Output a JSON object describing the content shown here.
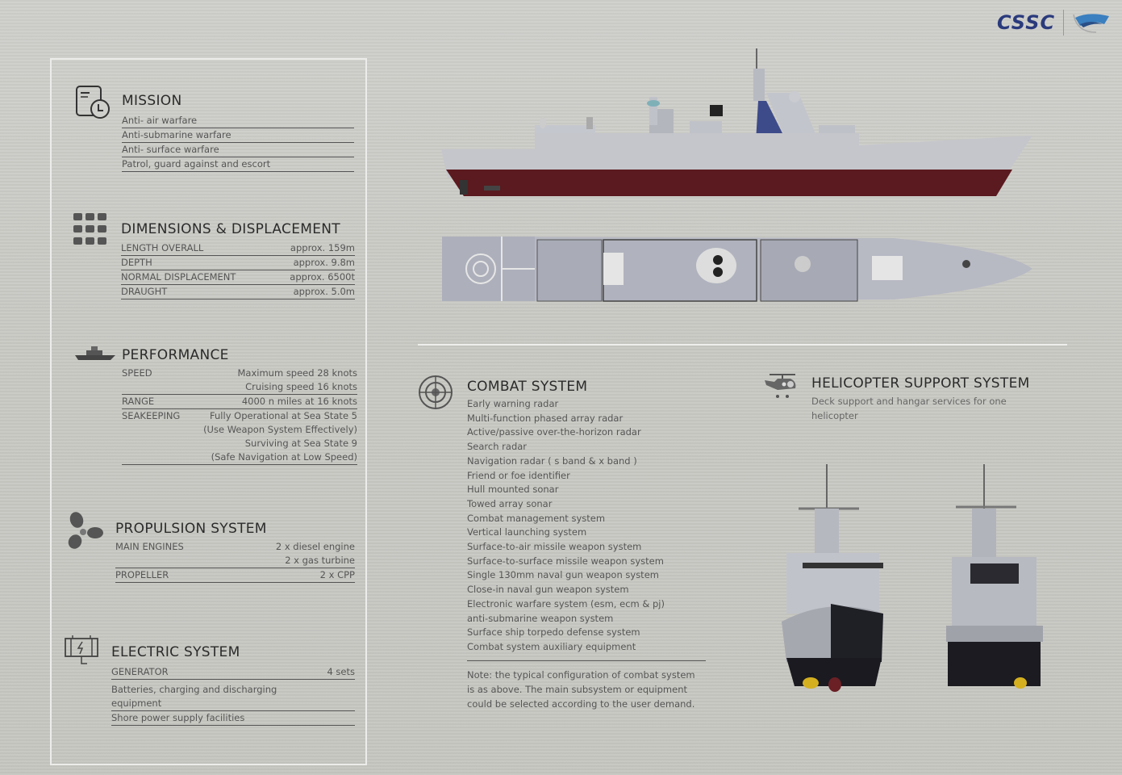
{
  "brand": {
    "logo_text": "CSSC",
    "accent_color": "#2a3a7c",
    "secondary_color": "#3a7fbf"
  },
  "mission": {
    "title": "MISSION",
    "icon": "document-clock-icon",
    "items": [
      "Anti- air warfare",
      "Anti-submarine warfare",
      "Anti- surface warfare",
      "Patrol, guard against and escort"
    ]
  },
  "dimensions": {
    "title": "DIMENSIONS & DISPLACEMENT",
    "icon": "grid-icon",
    "rows": [
      {
        "label": "LENGTH OVERALL",
        "value": "approx. 159m"
      },
      {
        "label": "DEPTH",
        "value": "approx. 9.8m"
      },
      {
        "label": "NORMAL DISPLACEMENT",
        "value": "approx. 6500t"
      },
      {
        "label": "DRAUGHT",
        "value": "approx. 5.0m"
      }
    ]
  },
  "performance": {
    "title": "PERFORMANCE",
    "icon": "ship-icon",
    "speed_label": "SPEED",
    "speed_values": [
      "Maximum speed 28 knots",
      "Cruising speed 16 knots"
    ],
    "range_label": "RANGE",
    "range_value": "4000 n miles at 16 knots",
    "seakeeping_label": "SEAKEEPING",
    "seakeeping_values": [
      "Fully Operational at Sea State 5",
      "(Use Weapon System Effectively)",
      "Surviving at Sea State 9",
      "(Safe Navigation at Low Speed)"
    ]
  },
  "propulsion": {
    "title": "PROPULSION SYSTEM",
    "icon": "propeller-icon",
    "engines_label": "MAIN ENGINES",
    "engines_values": [
      "2 x diesel engine",
      "2 x gas turbine"
    ],
    "propeller_label": "PROPELLER",
    "propeller_value": "2 x CPP"
  },
  "electric": {
    "title": "ELECTRIC SYSTEM",
    "icon": "battery-bolt-icon",
    "generator_label": "GENERATOR",
    "generator_value": "4 sets",
    "items": [
      "Batteries, charging and discharging",
      "equipment",
      "Shore power supply facilities"
    ]
  },
  "combat": {
    "title": "COMBAT SYSTEM",
    "icon": "target-icon",
    "items": [
      "Early warning radar",
      "Multi-function phased array radar",
      "Active/passive over-the-horizon radar",
      "Search radar",
      "Navigation radar ( s band & x band )",
      "Friend or foe identifier",
      "Hull mounted sonar",
      "Towed array sonar",
      "Combat management system",
      "Vertical launching system",
      "Surface-to-air missile weapon system",
      "Surface-to-surface missile weapon system",
      "Single 130mm naval gun weapon system",
      "Close-in naval gun weapon system",
      "Electronic warfare system (esm, ecm & pj)",
      "anti-submarine weapon system",
      "Surface ship torpedo defense system",
      "Combat system auxiliary equipment"
    ],
    "note": "Note: the typical configuration of combat system is as above. The main subsystem or equipment could be selected according to the user demand."
  },
  "helicopter": {
    "title": "HELICOPTER SUPPORT SYSTEM",
    "icon": "helicopter-icon",
    "description": "Deck support and hangar services for one helicopter"
  },
  "images": {
    "side_view": "ship-side-profile",
    "top_view": "ship-top-plan",
    "bow_view": "ship-bow-view",
    "stern_view": "ship-stern-view",
    "hull_color": "#c4c6cc",
    "antifouling_color": "#5a1a1f"
  }
}
